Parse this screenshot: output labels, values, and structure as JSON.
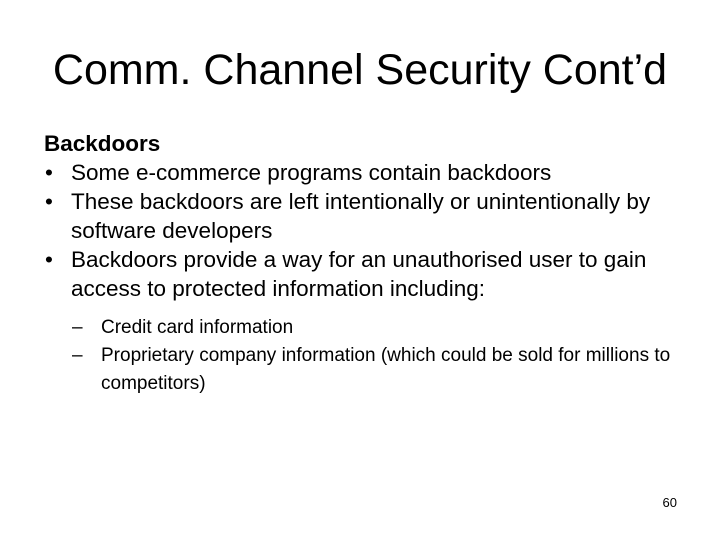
{
  "slide": {
    "title": "Comm. Channel Security Cont’d",
    "section_heading": "Backdoors",
    "bullets": [
      "Some e-commerce programs contain backdoors",
      "These backdoors are left intentionally or unintentionally by software developers",
      "Backdoors provide a way for an unauthorised user to gain access to protected information including:"
    ],
    "bullet_symbol": "•",
    "sub_bullet_symbol": "–",
    "sub_bullets": [
      "Credit card information",
      "Proprietary company information (which could be sold for millions to competitors)"
    ],
    "page_number": "60"
  }
}
